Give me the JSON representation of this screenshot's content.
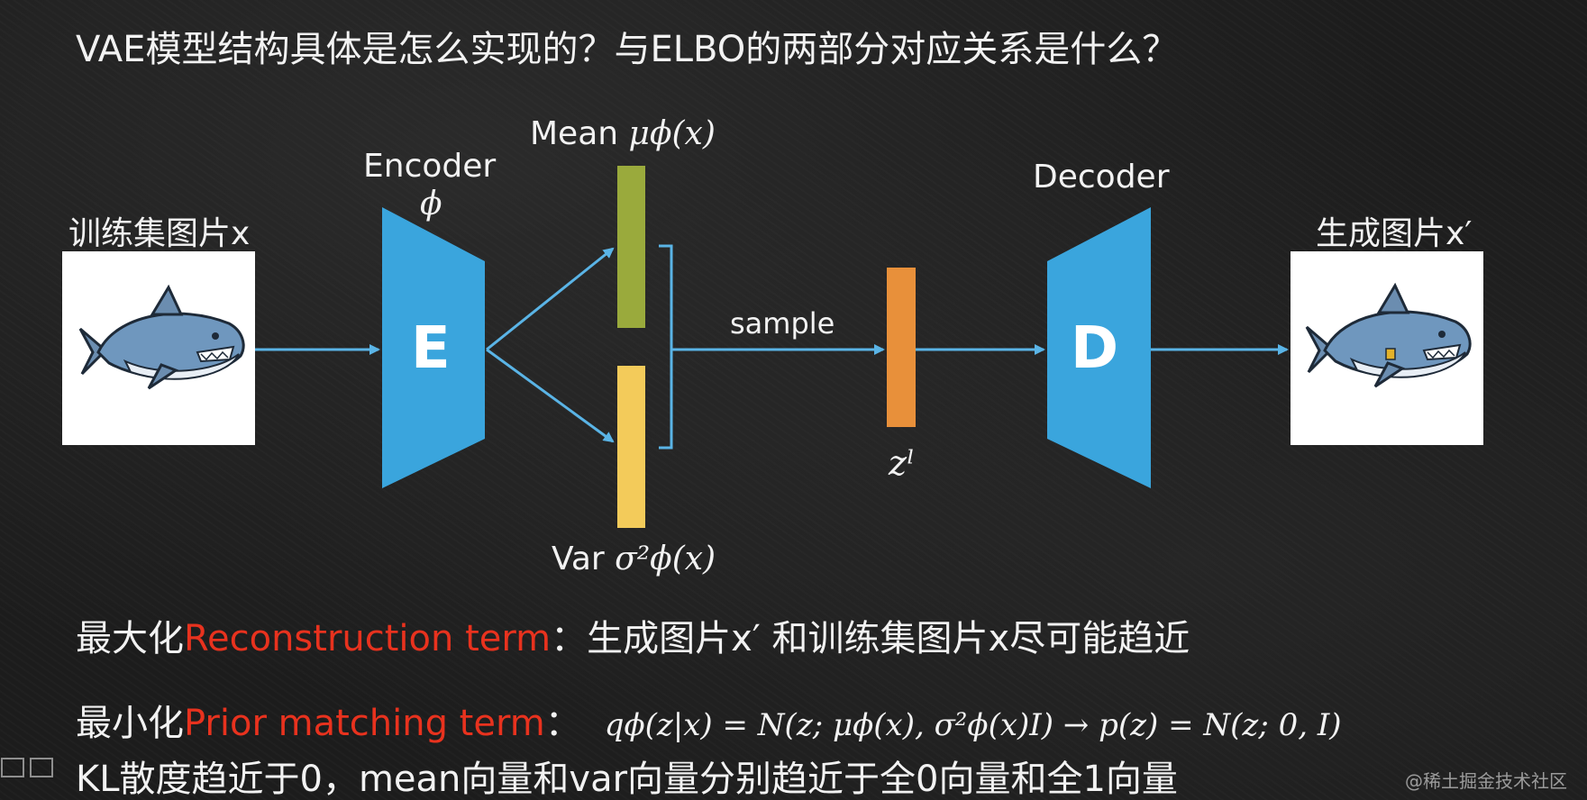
{
  "title": "VAE模型结构具体是怎么实现的？与ELBO的两部分对应关系是什么？",
  "diagram": {
    "input_label": "训练集图片x",
    "output_label": "生成图片x′",
    "encoder_label": "Encoder",
    "encoder_param": "ϕ",
    "encoder_letter": "E",
    "decoder_label": "Decoder",
    "decoder_letter": "D",
    "mean_label": "Mean",
    "mean_math": "μϕ(x)",
    "var_label": "Var",
    "var_math": "σ²ϕ(x)",
    "sample_label": "sample",
    "latent_label": "zˡ",
    "colors": {
      "encoder": "#3aa5dd",
      "decoder": "#3aa5dd",
      "mean_bar": "#9aaa3c",
      "var_bar": "#f3cb5a",
      "latent_bar": "#e8903a",
      "arrow": "#5ab4e6"
    }
  },
  "lines": {
    "line1_prefix": "最大化",
    "line1_red": "Reconstruction term",
    "line1_suffix": "：生成图片x′ 和训练集图片x尽可能趋近",
    "line2_prefix": "最小化",
    "line2_red": "Prior matching term",
    "line2_suffix": "：",
    "line2_math": "qϕ(z|x) = N(z; μϕ(x), σ²ϕ(x)I) → p(z) = N(z; 0, I)",
    "line3": "KL散度趋近于0，mean向量和var向量分别趋近于全0向量和全1向量"
  },
  "watermark": "@稀土掘金技术社区"
}
